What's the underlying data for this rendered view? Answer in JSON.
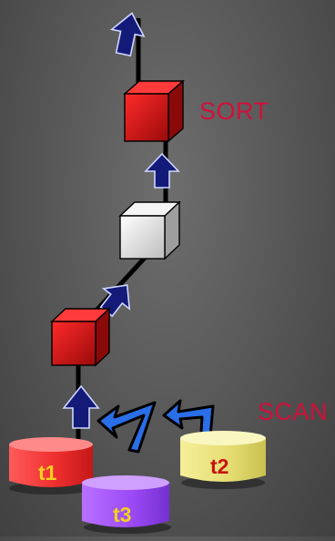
{
  "operators": {
    "sort": "SORT",
    "scan": "SCAN"
  },
  "tables": [
    {
      "id": "t1",
      "label": "t1"
    },
    {
      "id": "t2",
      "label": "t2"
    },
    {
      "id": "t3",
      "label": "t3"
    }
  ],
  "colors": {
    "background": "#555555",
    "label_red": "#d0103a",
    "operator_red": "#c8141a",
    "operator_gray": "#d8d8d8",
    "arrow_navy": "#141a78",
    "arrow_blue": "#2a6ee8",
    "table_t1": "#ee3a3a",
    "table_t2": "#e8e078",
    "table_t3": "#9c50f0",
    "table_label_yellow": "#f2d020",
    "table_label_red": "#c81010"
  }
}
